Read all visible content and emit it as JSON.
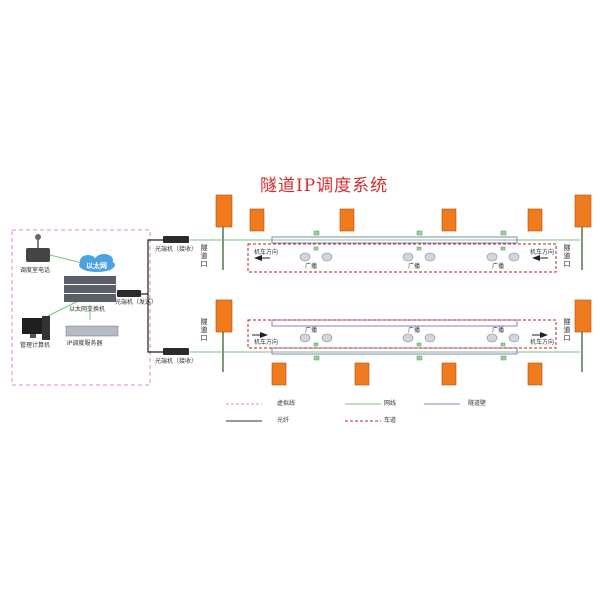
{
  "title": "隧道IP调度系统",
  "colors": {
    "title": "#d62c2c",
    "control_room_border": "#d98ad9",
    "network_line": "#7cc47c",
    "tunnel_wall": "#8a80c4",
    "fiber": "#333333",
    "lane": "#b0242a",
    "phone_orange": "#f07a1e"
  },
  "control_room": {
    "dispatch_phone": "调度室电话",
    "cloud": "以太网",
    "switch": "以太网交换机",
    "computer": "管理计算机",
    "server": "IP调度服务器",
    "transmitter": "光端机（发送）"
  },
  "receivers": {
    "top": "光端机（接收）",
    "bottom": "光端机（接收）"
  },
  "tunnel_entrance_top": "隧道口",
  "tunnel_entrance_bottom": "隧道口",
  "tunnel_exit_top": "隧道口",
  "tunnel_exit_bottom": "隧道口",
  "direction_label": "机车方向",
  "speaker_label": "广播",
  "legend": [
    {
      "label": "虚拟线",
      "color": "#d98ad9",
      "style": "dashed"
    },
    {
      "label": "网线",
      "color": "#7cc47c",
      "style": "solid"
    },
    {
      "label": "隧道壁",
      "color": "#8a80c4",
      "style": "solid"
    },
    {
      "label": "光纤",
      "color": "#333333",
      "style": "solid"
    },
    {
      "label": "车道",
      "color": "#b0242a",
      "style": "dashed"
    }
  ]
}
